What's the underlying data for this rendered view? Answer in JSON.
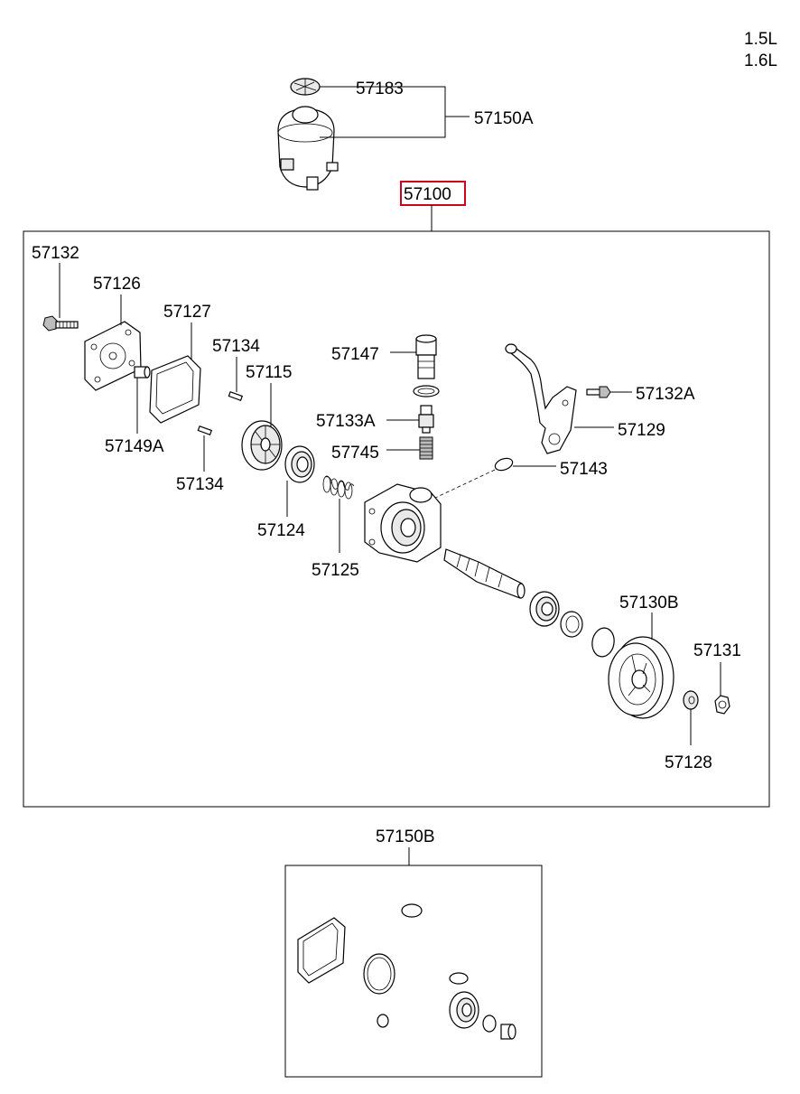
{
  "engine_variants": [
    "1.5L",
    "1.6L"
  ],
  "highlight_color": "#d0021b",
  "labels": {
    "p57183": "57183",
    "p57150A": "57150A",
    "p57100": "57100",
    "p57132": "57132",
    "p57126": "57126",
    "p57127": "57127",
    "p57134a": "57134",
    "p57115": "57115",
    "p57147": "57147",
    "p57133A": "57133A",
    "p57745": "57745",
    "p57132A": "57132A",
    "p57129": "57129",
    "p57143": "57143",
    "p57149A": "57149A",
    "p57134b": "57134",
    "p57124": "57124",
    "p57125": "57125",
    "p57130B": "57130B",
    "p57131": "57131",
    "p57128": "57128",
    "p57150B": "57150B"
  }
}
